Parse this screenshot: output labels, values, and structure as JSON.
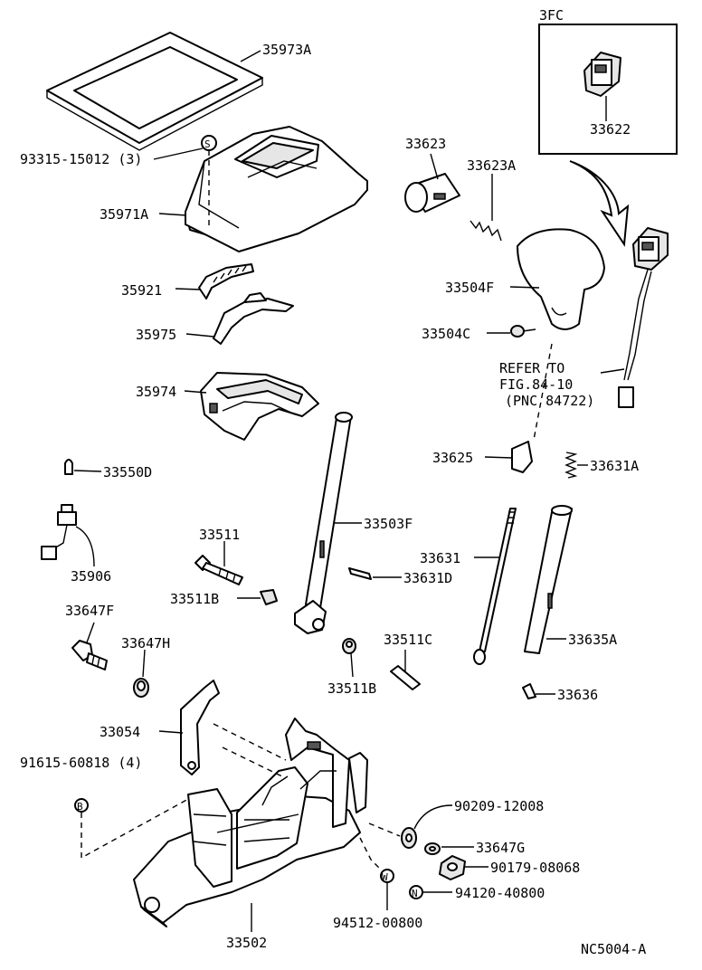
{
  "diagram": {
    "inset_label": "3FC",
    "footer_code": "NC5004-A",
    "refer_note": [
      "REFER TO",
      "FIG.84-10",
      "(PNC 84722)"
    ],
    "symbols": {
      "S": "S",
      "B": "B",
      "W": "W",
      "N": "N"
    },
    "parts": [
      "35973A",
      "93315-15012 (3)",
      "35971A",
      "35921",
      "35975",
      "35974",
      "33550D",
      "35906",
      "33511",
      "33511B",
      "33647F",
      "33647H",
      "33054",
      "91615-60818 (4)",
      "33502",
      "94512-00800",
      "94120-40800",
      "90179-08068",
      "33647G",
      "90209-12008",
      "33511B",
      "33511C",
      "33503F",
      "33631D",
      "33631",
      "33635A",
      "33636",
      "33625",
      "33631A",
      "33504C",
      "33504F",
      "33623",
      "33623A",
      "33622"
    ]
  }
}
